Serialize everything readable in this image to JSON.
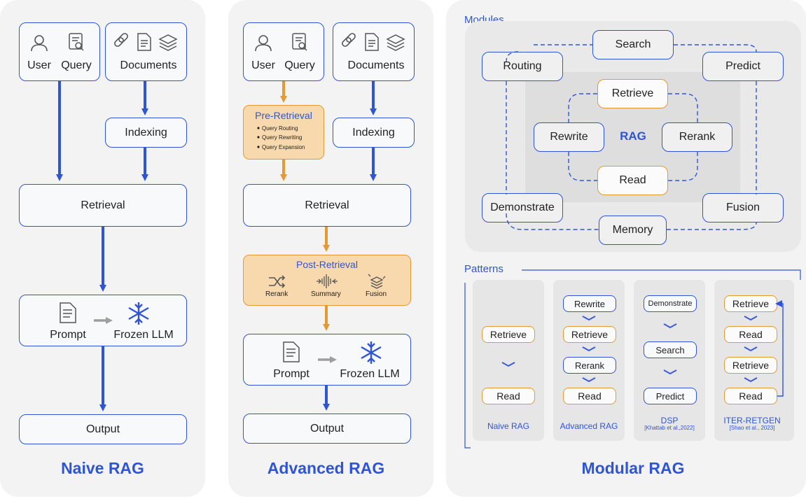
{
  "naive": {
    "title": "Naive RAG",
    "user": "User",
    "query": "Query",
    "documents": "Documents",
    "indexing": "Indexing",
    "retrieval": "Retrieval",
    "prompt": "Prompt",
    "frozen_llm": "Frozen LLM",
    "output": "Output"
  },
  "advanced": {
    "title": "Advanced RAG",
    "user": "User",
    "query": "Query",
    "documents": "Documents",
    "pre_retrieval": {
      "title": "Pre-Retrieval",
      "items": [
        "Query Routing",
        "Query Rewriting",
        "Query Expansion"
      ]
    },
    "indexing": "Indexing",
    "retrieval": "Retrieval",
    "post_retrieval": {
      "title": "Post-Retrieval",
      "rerank": "Rerank",
      "summary": "Summary",
      "fusion": "Fusion"
    },
    "prompt": "Prompt",
    "frozen_llm": "Frozen LLM",
    "output": "Output"
  },
  "modular": {
    "title": "Modular RAG",
    "modules_label": "Modules",
    "patterns_label": "Patterns",
    "modules": {
      "search": "Search",
      "routing": "Routing",
      "predict": "Predict",
      "demonstrate": "Demonstrate",
      "fusion": "Fusion",
      "memory": "Memory",
      "center": "RAG",
      "retrieve": "Retrieve",
      "rewrite": "Rewrite",
      "rerank": "Rerank",
      "read": "Read"
    },
    "patterns": [
      {
        "name": "Naive RAG",
        "cite": "",
        "steps": [
          "Retrieve",
          "Read"
        ]
      },
      {
        "name": "Advanced RAG",
        "cite": "",
        "steps": [
          "Rewrite",
          "Retrieve",
          "Rerank",
          "Read"
        ]
      },
      {
        "name": "DSP",
        "cite": "[Khattab et al.,2022]",
        "steps": [
          "Demonstrate",
          "Search",
          "Predict"
        ]
      },
      {
        "name": "ITER-RETGEN",
        "cite": "[Shao et al., 2023]",
        "steps": [
          "Retrieve",
          "Read",
          "Retrieve",
          "Read"
        ]
      }
    ]
  },
  "colors": {
    "blue": "#2f55d4",
    "orange": "#e39a32",
    "orange_fill": "#f8d9ad",
    "panel": "#f3f3f3",
    "gray_arrow": "#9e9e9e"
  },
  "icons": [
    "user-icon",
    "query-icon",
    "link-icon",
    "document-icon",
    "layers-icon",
    "prompt-icon",
    "snowflake-icon",
    "shuffle-icon",
    "waveform-icon",
    "stack-icon"
  ]
}
